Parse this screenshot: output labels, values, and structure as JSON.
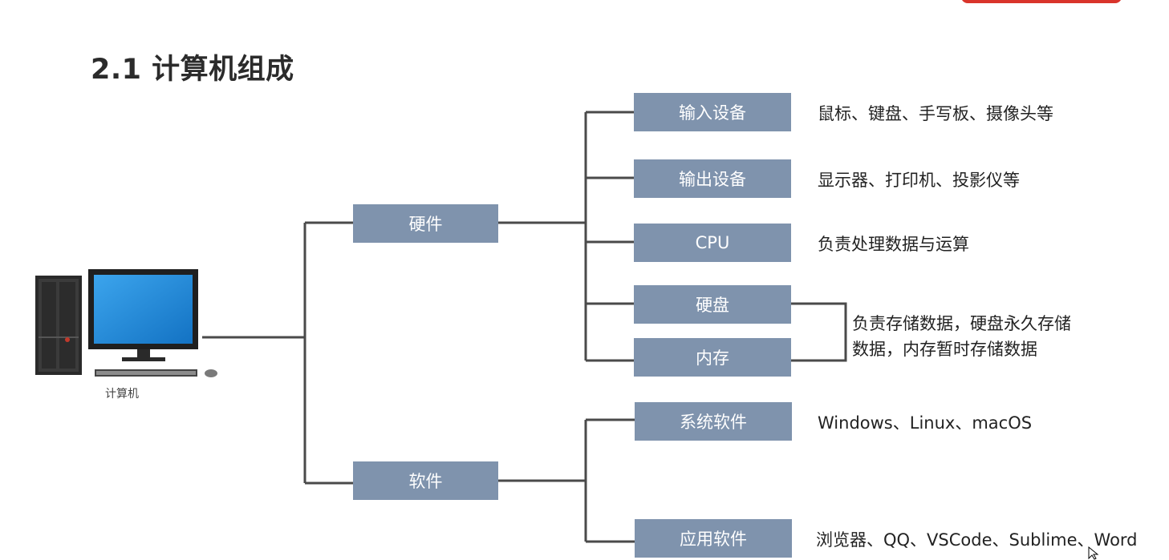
{
  "title": "2.1 计算机组成",
  "root": {
    "label": "计算机",
    "icon": "desktop-computer-icon"
  },
  "categories": [
    {
      "label": "硬件",
      "items": [
        {
          "label": "输入设备",
          "desc": "鼠标、键盘、手写板、摄像头等"
        },
        {
          "label": "输出设备",
          "desc": "显示器、打印机、投影仪等"
        },
        {
          "label": "CPU",
          "desc": "负责处理数据与运算"
        },
        {
          "label": "硬盘"
        },
        {
          "label": "内存"
        }
      ],
      "storage_desc": "负责存储数据，硬盘永久存储数据，内存暂时存储数据"
    },
    {
      "label": "软件",
      "items": [
        {
          "label": "系统软件",
          "desc": "Windows、Linux、macOS"
        },
        {
          "label": "应用软件",
          "desc": "浏览器、QQ、VSCode、Sublime、Word"
        }
      ]
    }
  ],
  "colors": {
    "box_fill": "#7f93ad",
    "box_text": "#ffffff",
    "connector": "#4a4a4a",
    "accent": "#d9342b"
  }
}
